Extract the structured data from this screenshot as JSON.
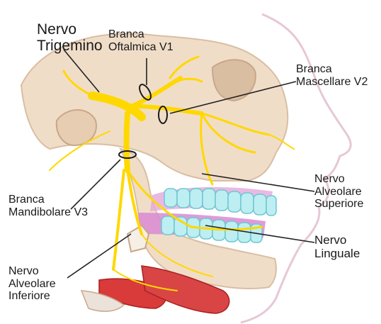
{
  "labels": {
    "trigemino": "Nervo\nTrigemino",
    "v1": "Branca\nOftalmica V1",
    "v2": "Branca\nMascellare V2",
    "alveolare_superiore": "Nervo\nAlveolare\nSuperiore",
    "v3": "Branca\nMandibolare V3",
    "linguale": "Nervo\nLinguale",
    "alveolare_inferiore": "Nervo\nAlveolare\nInferiore"
  },
  "colors": {
    "nerve": "#ffd800",
    "nerve_stroke": "#e0b800",
    "skull": "#f0ddc8",
    "skull_shadow": "#d9bea2",
    "skin_outline": "#e6c8d6",
    "teeth": "#bdeef2",
    "gum": "#d98ad2",
    "muscle": "#d93a3a",
    "leader": "#222222"
  }
}
